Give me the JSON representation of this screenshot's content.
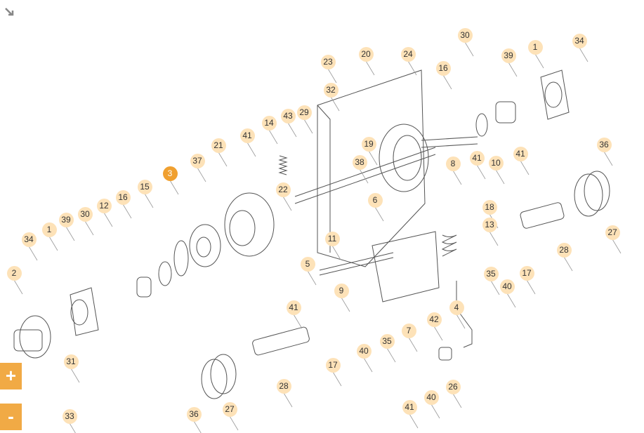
{
  "diagram": {
    "active_callout": "3",
    "callouts": [
      "30",
      "34",
      "39",
      "1",
      "23",
      "20",
      "24",
      "16",
      "32",
      "29",
      "43",
      "14",
      "41",
      "21",
      "19",
      "38",
      "37",
      "3",
      "15",
      "16",
      "12",
      "30",
      "39",
      "1",
      "34",
      "2",
      "22",
      "41",
      "41",
      "8",
      "10",
      "36",
      "6",
      "18",
      "13",
      "11",
      "5",
      "9",
      "41",
      "35",
      "40",
      "17",
      "27",
      "28",
      "7",
      "42",
      "4",
      "17",
      "40",
      "35",
      "26",
      "40",
      "41",
      "28",
      "27",
      "36",
      "31",
      "33"
    ]
  },
  "controls": {
    "zoom_in_label": "+",
    "zoom_out_label": "-",
    "collapse_icon": "arrow-down-right-icon"
  },
  "colors": {
    "accent": "#f1aa45",
    "callout_bg": "#fde2b8",
    "callout_active": "#f0a030",
    "line": "#555555"
  }
}
